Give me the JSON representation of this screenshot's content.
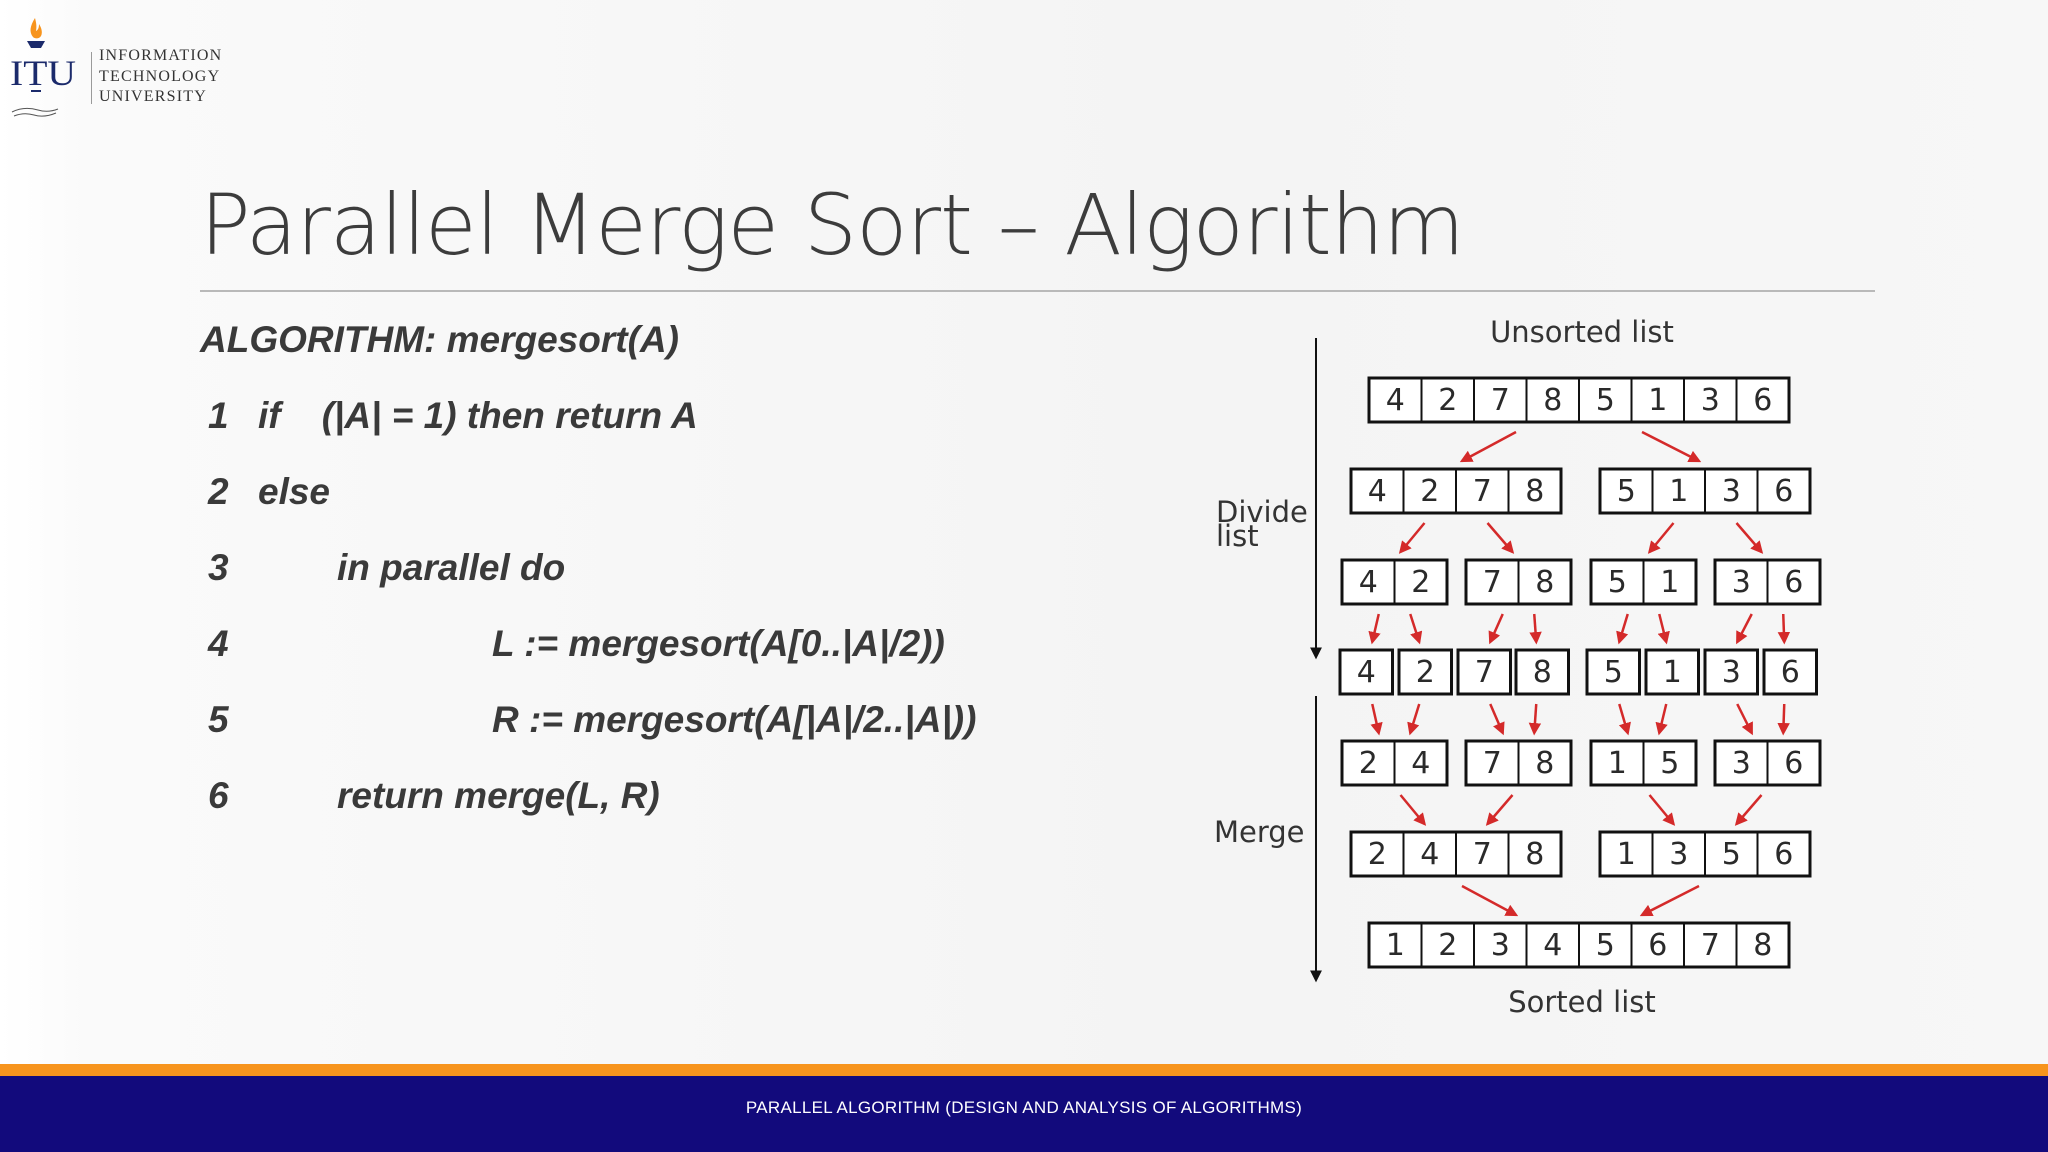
{
  "logo": {
    "initials": "ITU",
    "lines": [
      "INFORMATION",
      "TECHNOLOGY",
      "UNIVERSITY"
    ]
  },
  "title": "Parallel Merge Sort – Algorithm",
  "algorithm": {
    "header": "ALGORITHM: mergesort(A)",
    "lines": [
      {
        "num": "1",
        "text": "if    (|A| = 1) then return A",
        "indent": 0
      },
      {
        "num": "2",
        "text": "else",
        "indent": 0
      },
      {
        "num": "3",
        "text": "in parallel do",
        "indent": 1
      },
      {
        "num": "4",
        "text": "L := mergesort(A[0..|A|/2))",
        "indent": 2
      },
      {
        "num": "5",
        "text": "R := mergesort(A[|A|/2..|A|))",
        "indent": 2
      },
      {
        "num": "6",
        "text": "return merge(L, R)",
        "indent": 1
      }
    ]
  },
  "diagram": {
    "top_label": "Unsorted list",
    "bottom_label": "Sorted list",
    "divide_label": "Divide list",
    "merge_label": "Merge",
    "arrow_color": "#d42a2a",
    "rows": [
      [
        [
          4,
          2,
          7,
          8,
          5,
          1,
          3,
          6
        ]
      ],
      [
        [
          4,
          2,
          7,
          8
        ],
        [
          5,
          1,
          3,
          6
        ]
      ],
      [
        [
          4,
          2
        ],
        [
          7,
          8
        ],
        [
          5,
          1
        ],
        [
          3,
          6
        ]
      ],
      [
        [
          4
        ],
        [
          2
        ],
        [
          7
        ],
        [
          8
        ],
        [
          5
        ],
        [
          1
        ],
        [
          3
        ],
        [
          6
        ]
      ],
      [
        [
          2,
          4
        ],
        [
          7,
          8
        ],
        [
          1,
          5
        ],
        [
          3,
          6
        ]
      ],
      [
        [
          2,
          4,
          7,
          8
        ],
        [
          1,
          3,
          5,
          6
        ]
      ],
      [
        [
          1,
          2,
          3,
          4,
          5,
          6,
          7,
          8
        ]
      ]
    ]
  },
  "footer": {
    "text": "PARALLEL ALGORITHM (DESIGN AND ANALYSIS OF ALGORITHMS)",
    "stripe_color": "#f7941d",
    "bar_color": "#120a7c"
  }
}
